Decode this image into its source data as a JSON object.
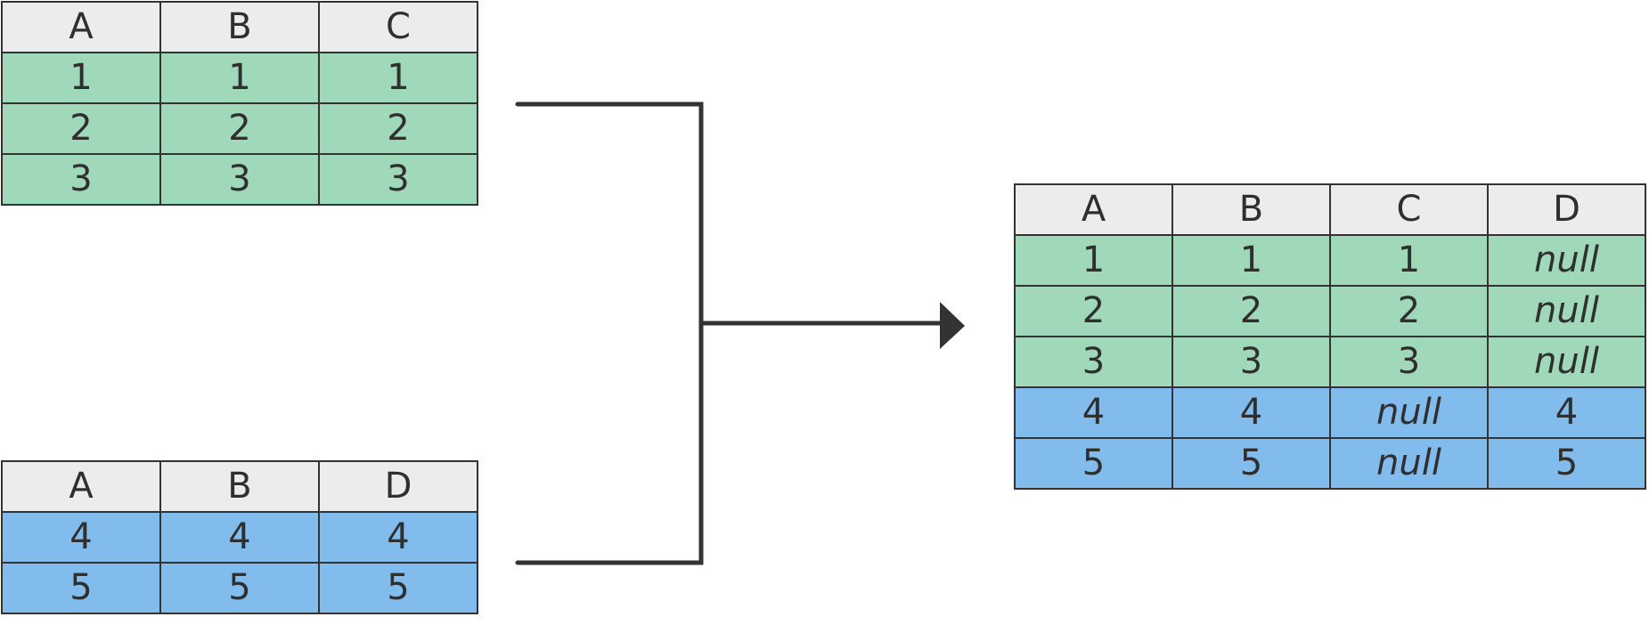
{
  "top_table": {
    "headers": [
      "A",
      "B",
      "C"
    ],
    "rows": [
      [
        "1",
        "1",
        "1"
      ],
      [
        "2",
        "2",
        "2"
      ],
      [
        "3",
        "3",
        "3"
      ]
    ]
  },
  "bottom_table": {
    "headers": [
      "A",
      "B",
      "D"
    ],
    "rows": [
      [
        "4",
        "4",
        "4"
      ],
      [
        "5",
        "5",
        "5"
      ]
    ]
  },
  "result_table": {
    "headers": [
      "A",
      "B",
      "C",
      "D"
    ],
    "rows": [
      [
        "1",
        "1",
        "1",
        "null"
      ],
      [
        "2",
        "2",
        "2",
        "null"
      ],
      [
        "3",
        "3",
        "3",
        "null"
      ],
      [
        "4",
        "4",
        "null",
        "4"
      ],
      [
        "5",
        "5",
        "null",
        "5"
      ]
    ]
  },
  "colors": {
    "header": "#ececec",
    "green_rows": "#a0d9b9",
    "blue_rows": "#82bcec",
    "line": "#333333"
  }
}
